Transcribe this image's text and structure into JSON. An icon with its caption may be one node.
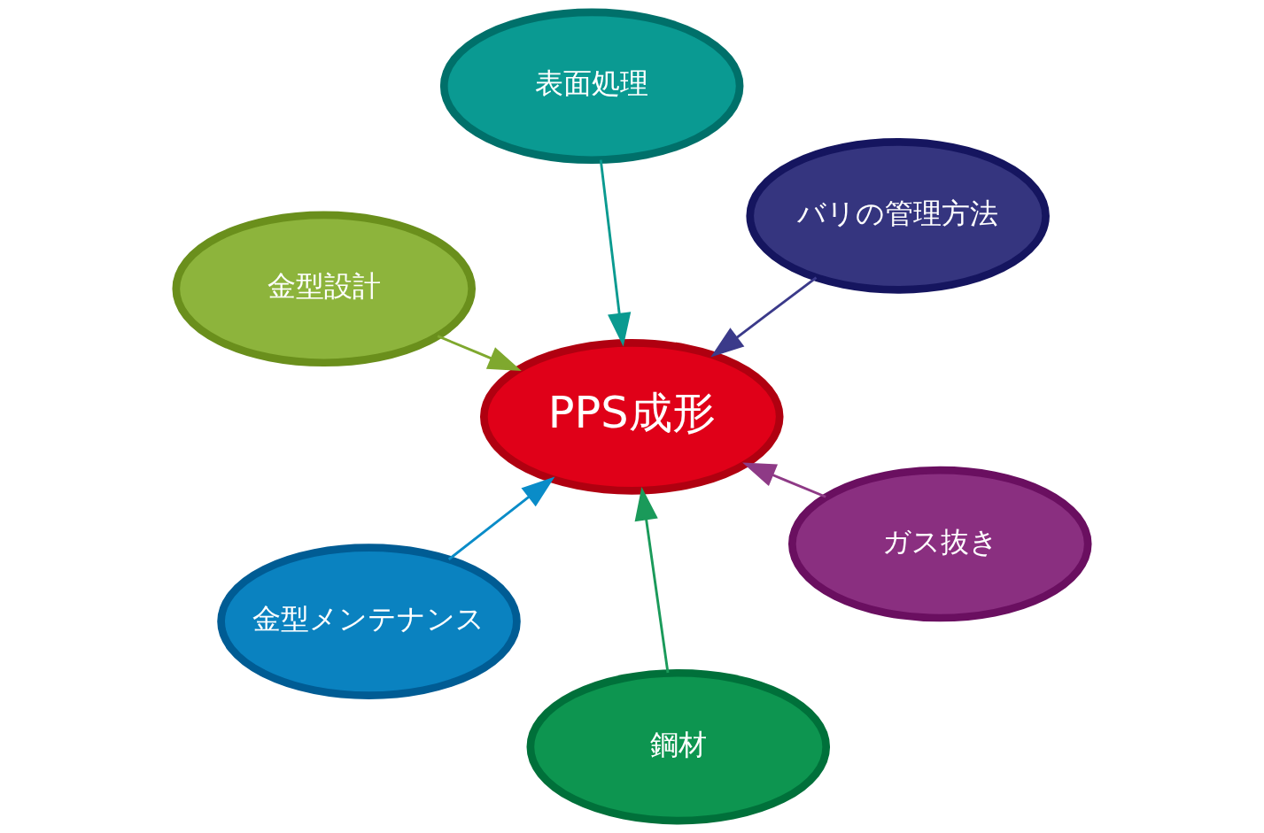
{
  "diagram": {
    "nodes": [
      {
        "text": [
          "金型設計"
        ]
      },
      {
        "text": [
          "ガス抜き"
        ]
      },
      {
        "text": [
          "鋼材"
        ]
      },
      {
        "text": [
          "PPS成形"
        ]
      },
      {
        "text": [
          "バリの管理方法"
        ]
      },
      {
        "text": [
          "表面処理"
        ]
      },
      {
        "text": [
          "金型メンテナンス"
        ]
      }
    ],
    "edges": [
      {
        "from": 0,
        "to": 3,
        "arrow": "to",
        "color": "#7fa82e"
      },
      {
        "from": 1,
        "to": 3,
        "arrow": "to",
        "color": "#8e3a86"
      },
      {
        "from": 2,
        "to": 3,
        "arrow": "to",
        "color": "#1a9a5a"
      },
      {
        "from": 4,
        "to": 3,
        "arrow": "to",
        "color": "#3b3a8a"
      },
      {
        "from": 5,
        "to": 3,
        "arrow": "to",
        "color": "#0a9a90"
      },
      {
        "from": 6,
        "to": 3,
        "arrow": "to",
        "color": "#0a8cc8"
      }
    ]
  }
}
